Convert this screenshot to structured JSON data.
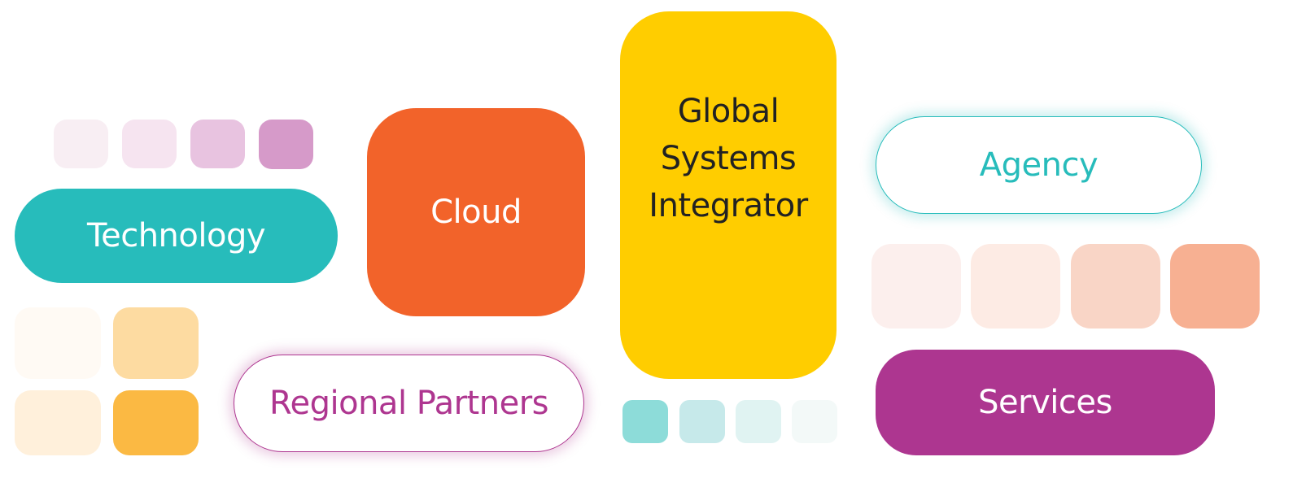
{
  "categories": {
    "technology": "Technology",
    "cloud": "Cloud",
    "gsi_line1": "Global",
    "gsi_line2": "Systems",
    "gsi_line3": "Integrator",
    "agency": "Agency",
    "regional_partners": "Regional Partners",
    "services": "Services"
  },
  "colors": {
    "teal": "#27bcbb",
    "orange": "#f2632a",
    "yellow": "#ffcd00",
    "magenta": "#ad3690"
  }
}
